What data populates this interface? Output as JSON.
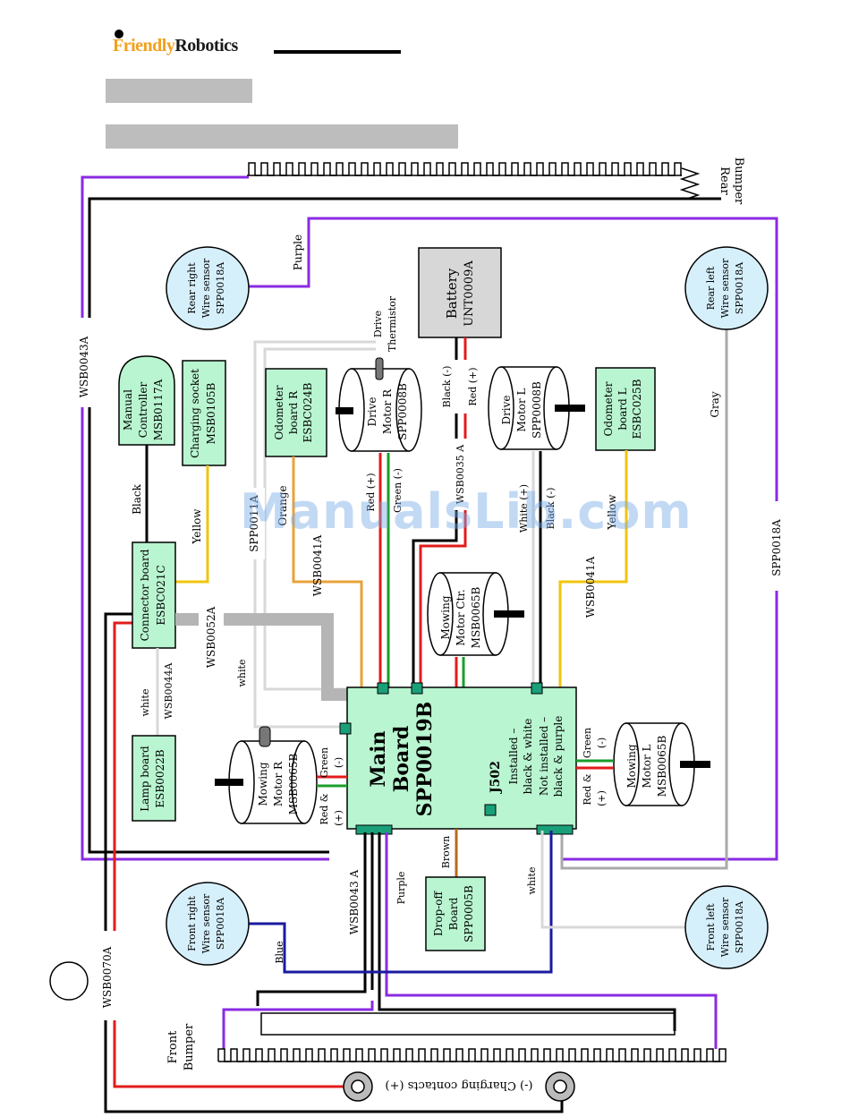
{
  "header": {
    "logo_friendly": "Friendly",
    "logo_robotics": "Robotics"
  },
  "watermark": "ManualsLib.com",
  "colors": {
    "purple": "#8a2be2",
    "red": "#e31b1b",
    "green": "#1a9e2a",
    "yellow": "#f1c40f",
    "orange": "#e8a33a",
    "blue": "#1a1aa0",
    "gray": "#aaaaaa",
    "brown": "#b86b1c",
    "box": "#b8f5d0",
    "battery": "#d7d7d7"
  },
  "labels": {
    "rear_bumper_1": "Rear",
    "rear_bumper_2": "Bumper",
    "front_bumper_1": "Front",
    "front_bumper_2": "Bumper",
    "rear_right_1": "Rear right",
    "rear_right_2": "Wire sensor",
    "rear_right_3": "SPP0018A",
    "rear_left_1": "Rear left",
    "rear_left_2": "Wire sensor",
    "rear_left_3": "SPP0018A",
    "front_right_1": "Front right",
    "front_right_2": "Wire sensor",
    "front_right_3": "SPP0018A",
    "front_left_1": "Front left",
    "front_left_2": "Wire sensor",
    "front_left_3": "SPP0018A",
    "battery_1": "Battery",
    "battery_2": "UNT0009A",
    "manual_1": "Manual",
    "manual_2": "Controller",
    "manual_3": "MSB0117A",
    "charging_socket_1": "Charging socket",
    "charging_socket_2": "MSB0105B",
    "odometer_r_1": "Odometer",
    "odometer_r_2": "board R",
    "odometer_r_3": "ESBC024B",
    "drive_r_1": "Drive",
    "drive_r_2": "Motor R",
    "drive_r_3": "SPP0008B",
    "drive_l_1": "Drive",
    "drive_l_2": "Motor L",
    "drive_l_3": "SPP0008B",
    "odometer_l_1": "Odometer",
    "odometer_l_2": "board L",
    "odometer_l_3": "ESBC025B",
    "connector_1": "Connector board",
    "connector_2": "ESBC021C",
    "mowing_ctr_1": "Mowing",
    "mowing_ctr_2": "Motor Ctr.",
    "mowing_ctr_3": "MSB0065B",
    "lamp_1": "Lamp board",
    "lamp_2": "ESB0022B",
    "mowing_r_1": "Mowing",
    "mowing_r_2": "Motor R",
    "mowing_r_3": "MSB0065B",
    "main_1": "Main",
    "main_2": "Board",
    "main_3": "SPP0019B",
    "j502_1": "J502",
    "j502_2": "Installed –",
    "j502_3": "black & white",
    "j502_4": "Not installed –",
    "j502_5": "black & purple",
    "mowing_l_1": "Mowing",
    "mowing_l_2": "Motor L",
    "mowing_l_3": "MSB0065B",
    "dropoff_1": "Drop-off",
    "dropoff_2": "Board",
    "dropoff_3": "SPP0005B",
    "charging_contacts": "(-) Charging contacts (+)",
    "wire_purple": "Purple",
    "wire_purple2": "Purple",
    "wire_black": "Black",
    "wire_yellow": "Yellow",
    "wire_yellow2": "Yellow",
    "wire_orange": "Orange",
    "wire_gray": "Gray",
    "wire_white": "white",
    "wire_white2": "white",
    "wire_white3": "white",
    "wire_white_plus": "White (+)",
    "wire_black_minus": "Black (-)",
    "wire_black_batt": "Black (-)",
    "wire_red_batt": "Red (+)",
    "wire_red_plus": "Red (+)",
    "wire_green_minus": "Green (-)",
    "wire_blue": "Blue",
    "wire_brown": "Brown",
    "green_r": "Green",
    "green_r_sign": "(-)",
    "red_r": "Red &",
    "red_r_sign": "(+)",
    "green_l": "Green",
    "green_l_sign": "(-)",
    "red_l": "Red &",
    "red_l_sign": "(+)",
    "drive_therm_1": "Drive",
    "drive_therm_2": "Thermistor",
    "wsb0043a_top": "WSB0043A",
    "wsb0043a_bottom": "WSB0043 A",
    "wsb0070a": "WSB0070A",
    "spp0018a_right": "SPP0018A",
    "spp0011a": "SPP0011A",
    "wsb0041a_r": "WSB0041A",
    "wsb0041a_l": "WSB0041A",
    "wsb0035a": "WSB0035 A",
    "wsb0052a": "WSB0052A",
    "wsb0044a": "WSB0044A"
  }
}
